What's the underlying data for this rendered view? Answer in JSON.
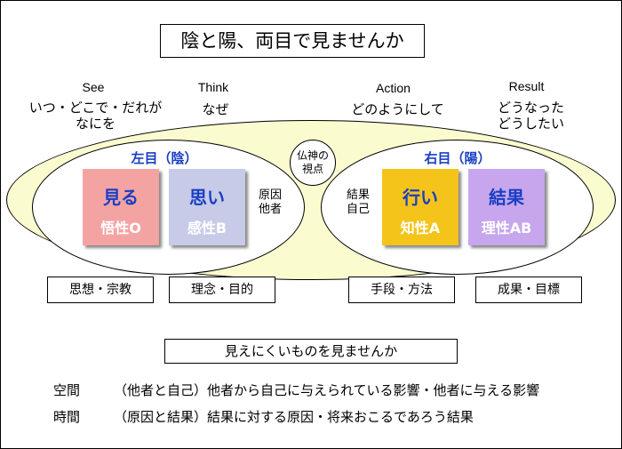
{
  "title": "陰と陽、両目で見ませんか",
  "headers": [
    {
      "en": "See",
      "jp": "いつ・どこで・だれが\nなにを"
    },
    {
      "en": "Think",
      "jp": "なぜ"
    },
    {
      "en": "Action",
      "jp": "どのようにして"
    },
    {
      "en": "Result",
      "jp": "どうなった\nどうしたい"
    }
  ],
  "center": "仏神の\n視点",
  "left_eye": {
    "label": "左目（陰）",
    "card1": {
      "main": "見る",
      "minor": "悟性O"
    },
    "card2": {
      "main": "思い",
      "minor": "感性B"
    },
    "side": "原因\n他者"
  },
  "right_eye": {
    "label": "右目（陽）",
    "side": "結果\n自己",
    "card1": {
      "main": "行い",
      "minor": "知性A"
    },
    "card2": {
      "main": "結果",
      "minor": "理性AB"
    }
  },
  "bottom_labels": [
    "思想・宗教",
    "理念・目的",
    "手段・方法",
    "成果・目標"
  ],
  "subtitle": "見えにくいものを見ませんか",
  "rows": [
    {
      "label": "空間",
      "text": "（他者と自己）他者から自己に与えられている影響・他者に与える影響"
    },
    {
      "label": "時間",
      "text": "（原因と結果）結果に対する原因・将来おこるであろう結果"
    }
  ],
  "colors": {
    "card_see": "#f4a3a3",
    "card_think": "#c7cbe8",
    "card_action": "#f5c41a",
    "card_result": "#c7a6ee",
    "eye_label": "#1a3fc4",
    "outer_fill": "#fbfbd0"
  }
}
